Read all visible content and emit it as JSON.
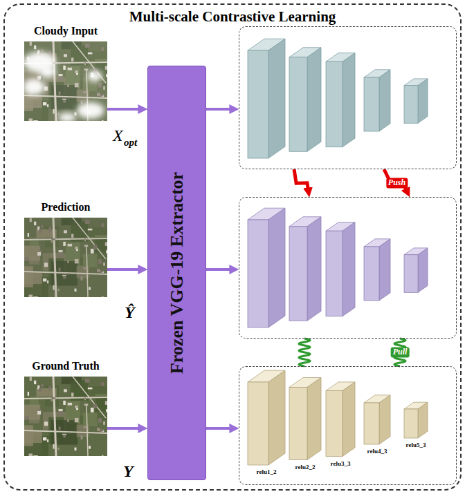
{
  "diagram": {
    "nodes": [
      {
        "text": [
          "Multi-scale Contrastive Learning"
        ]
      },
      {
        "text": [
          "Cloudy Input"
        ],
        "in": 0
      },
      {
        "text": [
          "Prediction"
        ],
        "in": 0
      },
      {
        "text": [
          "Ground Truth"
        ],
        "in": 0
      },
      {
        "text": [
          "Frozen VGG-19 Extractor"
        ],
        "in": 0
      },
      {
        "text": [],
        "in": 0
      },
      {
        "text": [],
        "in": 0
      },
      {
        "text": [
          "relu1_2",
          "relu2_2",
          "relu3_3",
          "relu4_3",
          "relu5_3"
        ],
        "in": 0
      }
    ],
    "edges": [
      {
        "from": 1,
        "to": 4,
        "arrow": "to"
      },
      {
        "from": 2,
        "to": 4,
        "arrow": "to"
      },
      {
        "from": 3,
        "to": 4,
        "arrow": "to"
      },
      {
        "from": 4,
        "to": 5,
        "arrow": "to"
      },
      {
        "from": 4,
        "to": 6,
        "arrow": "to"
      },
      {
        "from": 4,
        "to": 7,
        "arrow": "to"
      },
      {
        "from": 5,
        "to": 6,
        "arrow": "to"
      },
      {
        "from": 5,
        "to": 6,
        "label": "Push",
        "arrow": "to"
      },
      {
        "from": 6,
        "to": 7,
        "arrow": "none"
      },
      {
        "from": 6,
        "to": 7,
        "label": "Pull",
        "arrow": "none"
      }
    ],
    "labels": [
      "X",
      "opt",
      "Ŷ",
      "Y"
    ]
  }
}
